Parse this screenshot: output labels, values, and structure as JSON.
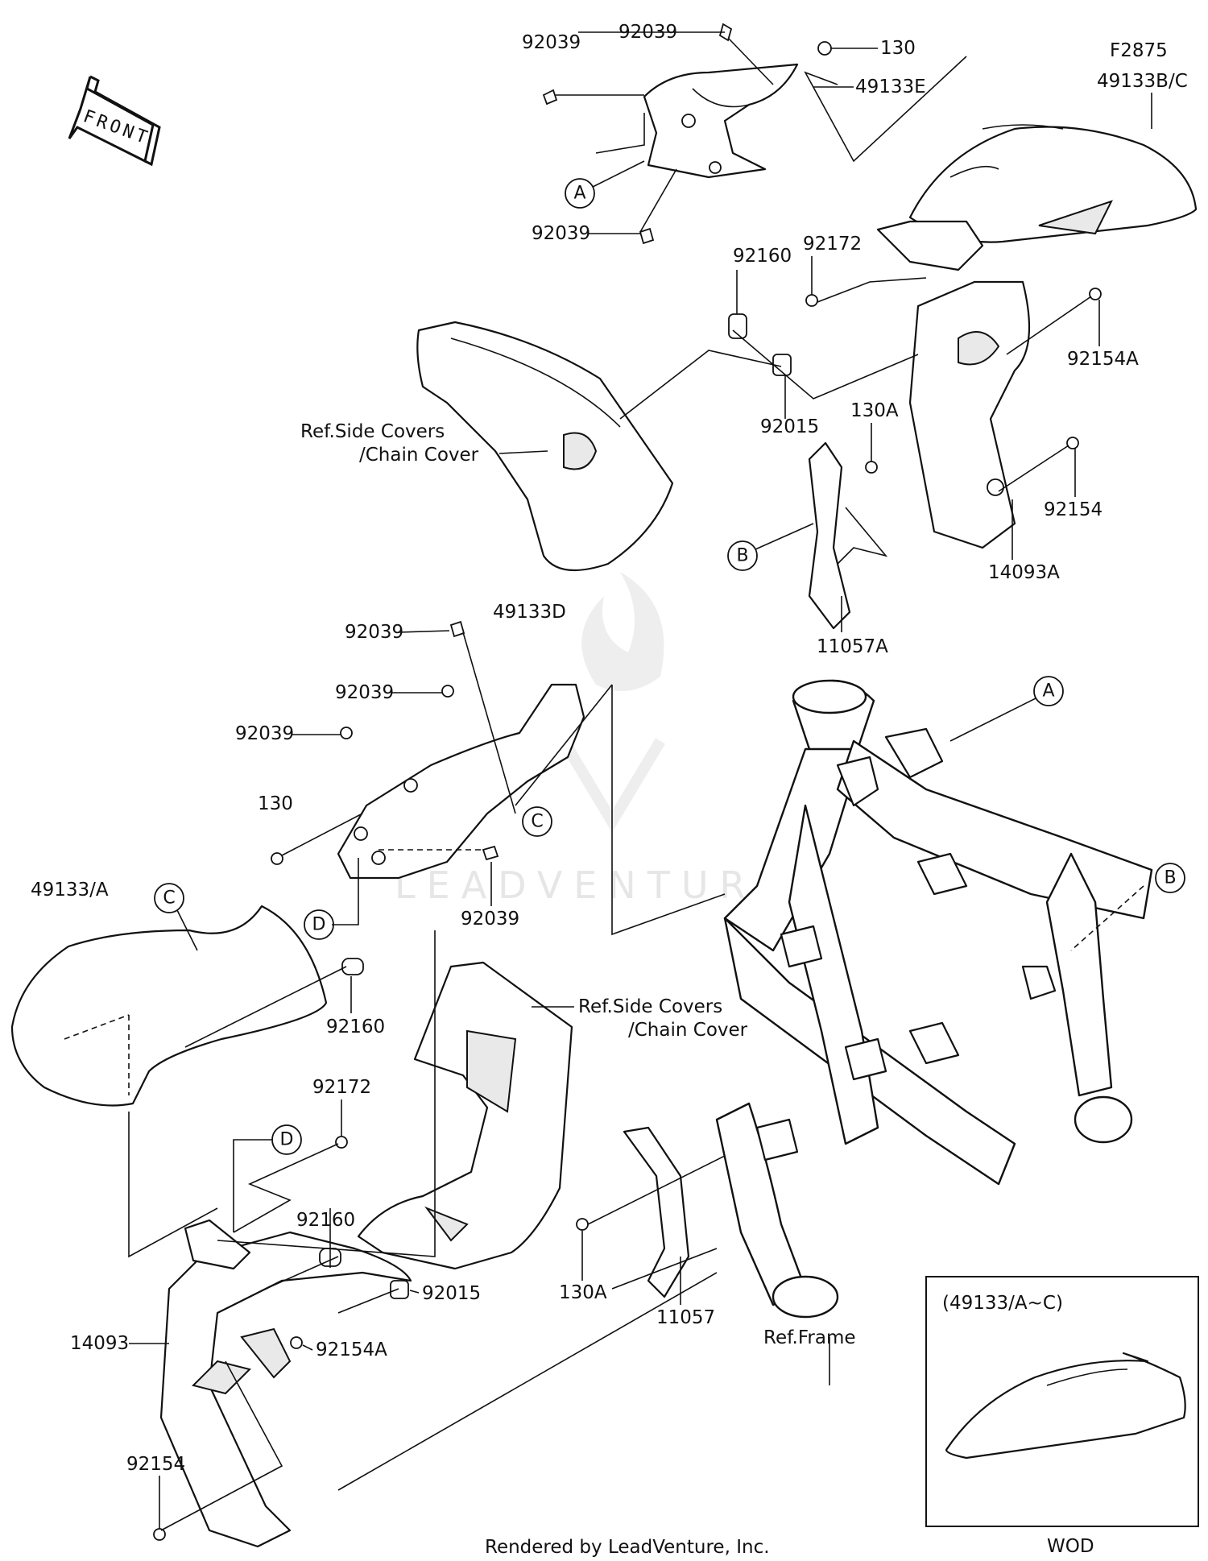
{
  "diagram_id": "F2875",
  "front_label": "FRONT",
  "watermark": "LEADVENTURE",
  "footer": "Rendered by LeadVenture, Inc.",
  "inset": {
    "title": "(49133/A~C)",
    "caption": "WOD"
  },
  "callouts": {
    "A": "A",
    "B": "B",
    "C": "C",
    "D": "D"
  },
  "part_labels": {
    "p92039_a": "92039",
    "p92039_b": "92039",
    "p130_a": "130",
    "p49133E": "49133E",
    "p49133BC": "49133B/C",
    "p92039_c": "92039",
    "p92160_a": "92160",
    "p92172_a": "92172",
    "p92154A_a": "92154A",
    "ref_side_covers_a_1": "Ref.Side Covers",
    "ref_side_covers_a_2": "/Chain Cover",
    "p92015_a": "92015",
    "p130A_a": "130A",
    "p92154_a": "92154",
    "p14093A": "14093A",
    "p11057A": "11057A",
    "p92039_d": "92039",
    "p49133D": "49133D",
    "p92039_e": "92039",
    "p92039_f": "92039",
    "p130_b": "130",
    "p92039_g": "92039",
    "p49133A": "49133/A",
    "p92160_b": "92160",
    "ref_side_covers_b_1": "Ref.Side Covers",
    "ref_side_covers_b_2": "/Chain Cover",
    "p92172_b": "92172",
    "p92160_c": "92160",
    "p92015_b": "92015",
    "p130A_b": "130A",
    "p11057": "11057",
    "p14093": "14093",
    "p92154A_b": "92154A",
    "p92154_b": "92154",
    "ref_frame": "Ref.Frame"
  }
}
